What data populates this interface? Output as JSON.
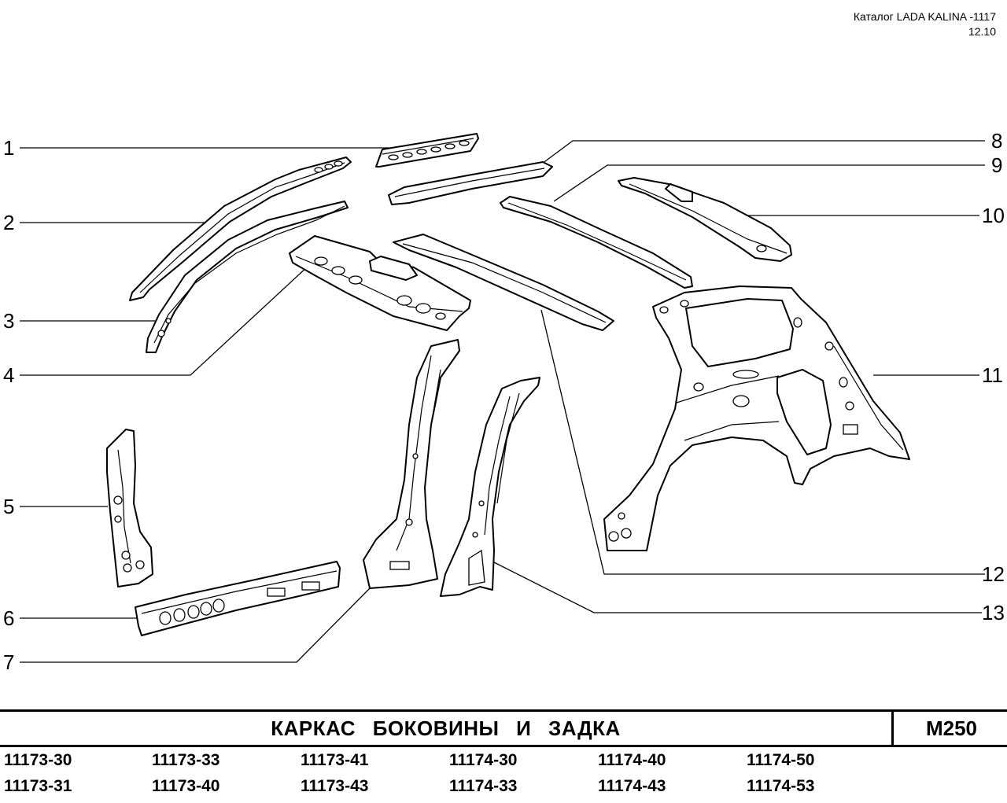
{
  "header": {
    "catalog": "Каталог LADA KALINA -1117",
    "date": "12.10"
  },
  "callouts": [
    "1",
    "2",
    "3",
    "4",
    "5",
    "6",
    "7",
    "8",
    "9",
    "10",
    "11",
    "12",
    "13"
  ],
  "title": {
    "text": "КАРКАС БОКОВИНЫ И ЗАДКА",
    "code": "M250"
  },
  "models": [
    [
      "11173-30",
      "11173-33",
      "11173-41",
      "11174-30",
      "11174-40",
      "11174-50"
    ],
    [
      "11173-31",
      "11173-40",
      "11173-43",
      "11174-33",
      "11174-43",
      "11174-53"
    ]
  ]
}
